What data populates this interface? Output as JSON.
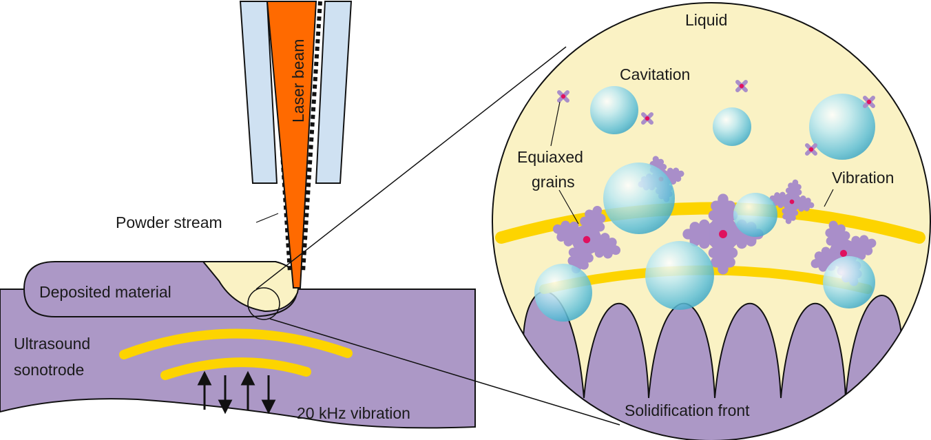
{
  "labels": {
    "laser_beam": "Laser beam",
    "powder_stream": "Powder stream",
    "deposited_material": "Deposited material",
    "sonotrode_line1": "Ultrasound",
    "sonotrode_line2": "sonotrode",
    "vibration_20khz": "20 kHz vibration",
    "liquid": "Liquid",
    "cavitation": "Cavitation",
    "equiaxed_line1": "Equiaxed",
    "equiaxed_line2": "grains",
    "vibration": "Vibration",
    "solidification_front": "Solidification front"
  },
  "colors": {
    "substrate": "#ac98c6",
    "laser": "#ff6a00",
    "nozzle": "#cfe1f2",
    "melt_pool": "#faf2c4",
    "vibration_band": "#fdd400",
    "grain": "#a98ec9",
    "nucleus": "#e0115f",
    "bubble": "#a9e0ee"
  },
  "icons": {
    "arrows": [
      "arrow-up-icon",
      "arrow-down-icon",
      "arrow-up-icon",
      "arrow-down-icon"
    ]
  }
}
